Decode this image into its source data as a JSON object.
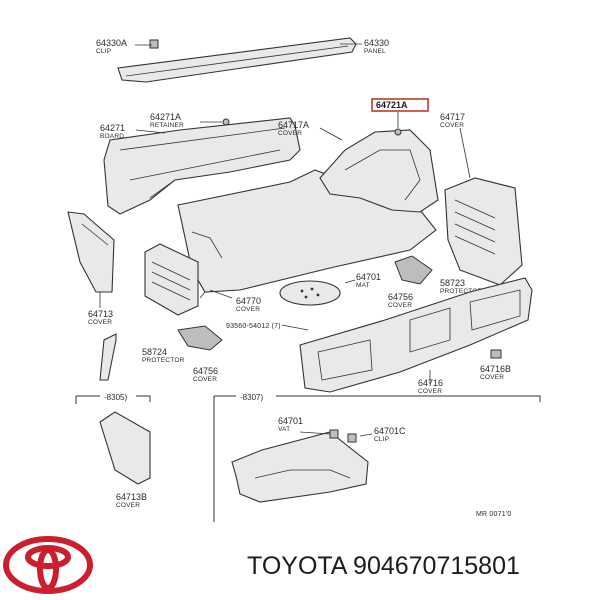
{
  "diagram": {
    "labels": {
      "p64330A": {
        "pn": "64330A",
        "sub": "CLIP"
      },
      "p64330": {
        "pn": "64330",
        "sub": "PANEL"
      },
      "p64271A": {
        "pn": "64271A",
        "sub": "RETAINER"
      },
      "p64271": {
        "pn": "64271",
        "sub": "BOARD"
      },
      "p64717A": {
        "pn": "64717A",
        "sub": "COVER"
      },
      "p64721A": {
        "pn": "64721A",
        "sub": ""
      },
      "p64717": {
        "pn": "64717",
        "sub": "COVER"
      },
      "p64713": {
        "pn": "64713",
        "sub": "COVER"
      },
      "p64701": {
        "pn": "64701",
        "sub": "MAT"
      },
      "p58723": {
        "pn": "58723",
        "sub": "PROTECTOR"
      },
      "p64770": {
        "pn": "64770",
        "sub": "COVER"
      },
      "p64756b": {
        "pn": "64756",
        "sub": "COVER"
      },
      "pBolt": {
        "pn": "93560-54012 (7)",
        "sub": ""
      },
      "p58724": {
        "pn": "58724",
        "sub": "PROTECTOR"
      },
      "p64756a": {
        "pn": "64756",
        "sub": "COVER"
      },
      "p64716": {
        "pn": "64716",
        "sub": "COVER"
      },
      "p64716B": {
        "pn": "64716B",
        "sub": "COVER"
      },
      "p64713B": {
        "pn": "64713B",
        "sub": "COVER"
      },
      "p64701v": {
        "pn": "64701",
        "sub": "VAT"
      },
      "p64701C": {
        "pn": "64701C",
        "sub": "CLIP"
      }
    },
    "range_left": "-8305)",
    "range_right": "-8307)",
    "figure_code": "MR 0071'0"
  },
  "footer": {
    "brand": "TOYOTA",
    "part_number": "904670715801",
    "line": "TOYOTA 904670715801"
  },
  "colors": {
    "logo_red": "#cc1f2e",
    "highlight": "#c0392b"
  }
}
